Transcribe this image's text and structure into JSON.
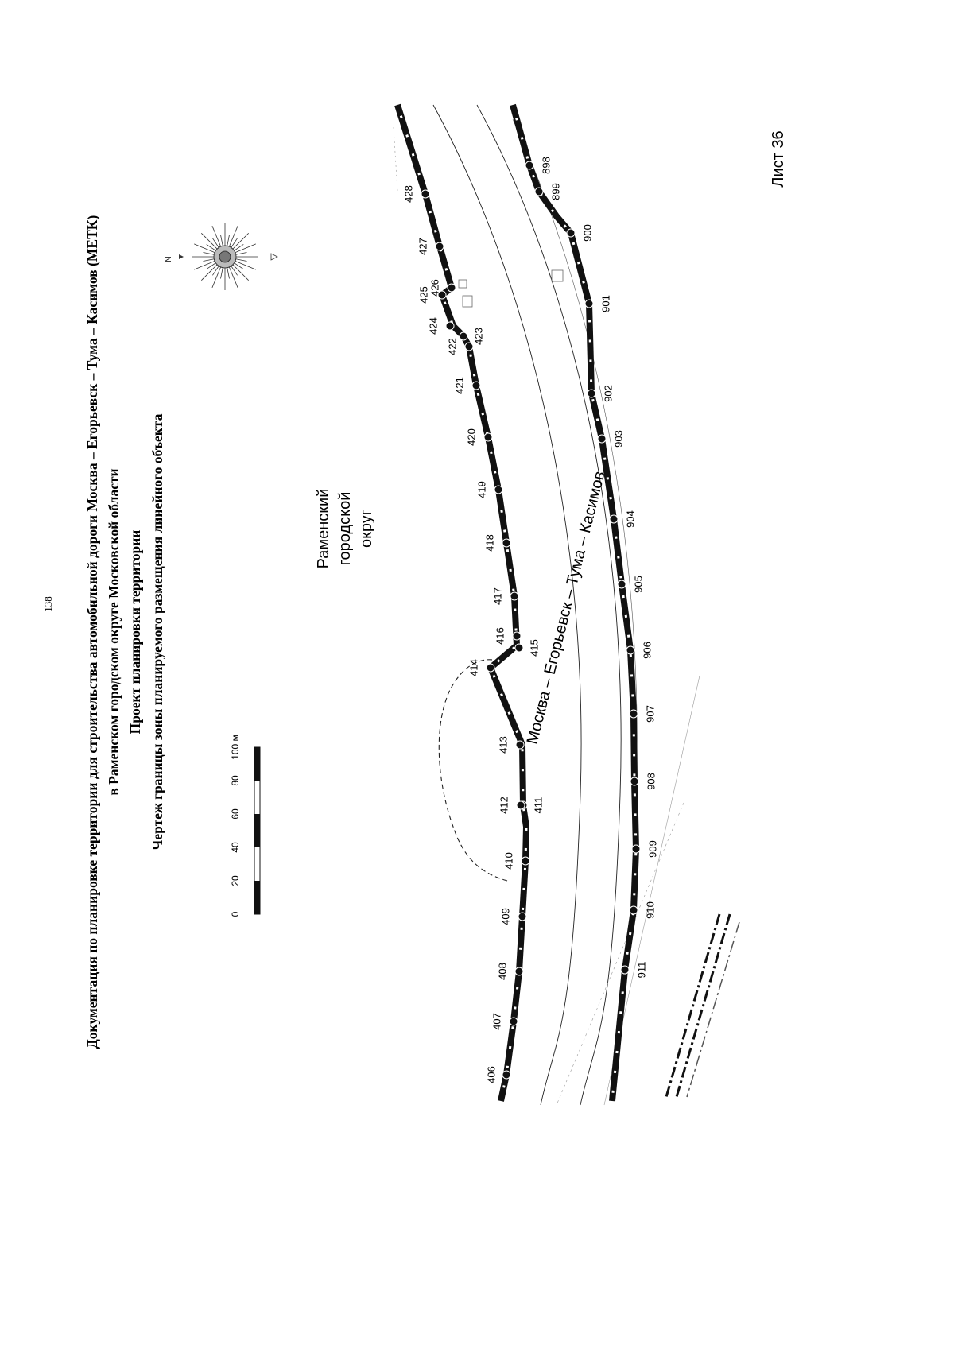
{
  "page_number": "138",
  "title": {
    "line1": "Документация по планировке территории для строительства автомобильной дороги Москва – Егорьевск – Тума – Касимов (МЕТК)",
    "line2": "в Раменском городском округе Московской области",
    "line3": "Проект планировки территории",
    "line4": "Чертеж границы зоны планируемого размещения линейного объекта"
  },
  "compass": {
    "north_label": "N"
  },
  "scale_bar": {
    "unit": "м",
    "ticks": [
      "0",
      "20",
      "40",
      "60",
      "80",
      "100 м"
    ]
  },
  "labels": {
    "district": [
      "Раменский",
      "городской",
      "округ"
    ],
    "road": "Москва – Егорьевск – Тума – Касимов",
    "sheet": "Лист 36"
  },
  "upper_points": [
    "406",
    "407",
    "408",
    "409",
    "410",
    "411",
    "412",
    "413",
    "414",
    "415",
    "416",
    "417",
    "418",
    "419",
    "420",
    "421",
    "422",
    "423",
    "424",
    "425",
    "426",
    "427",
    "428"
  ],
  "lower_points": [
    "898",
    "899",
    "900",
    "901",
    "902",
    "903",
    "904",
    "905",
    "906",
    "907",
    "908",
    "909",
    "910",
    "911"
  ],
  "colors": {
    "ink": "#111111",
    "faint": "#9a9a9a",
    "paper": "#ffffff"
  }
}
